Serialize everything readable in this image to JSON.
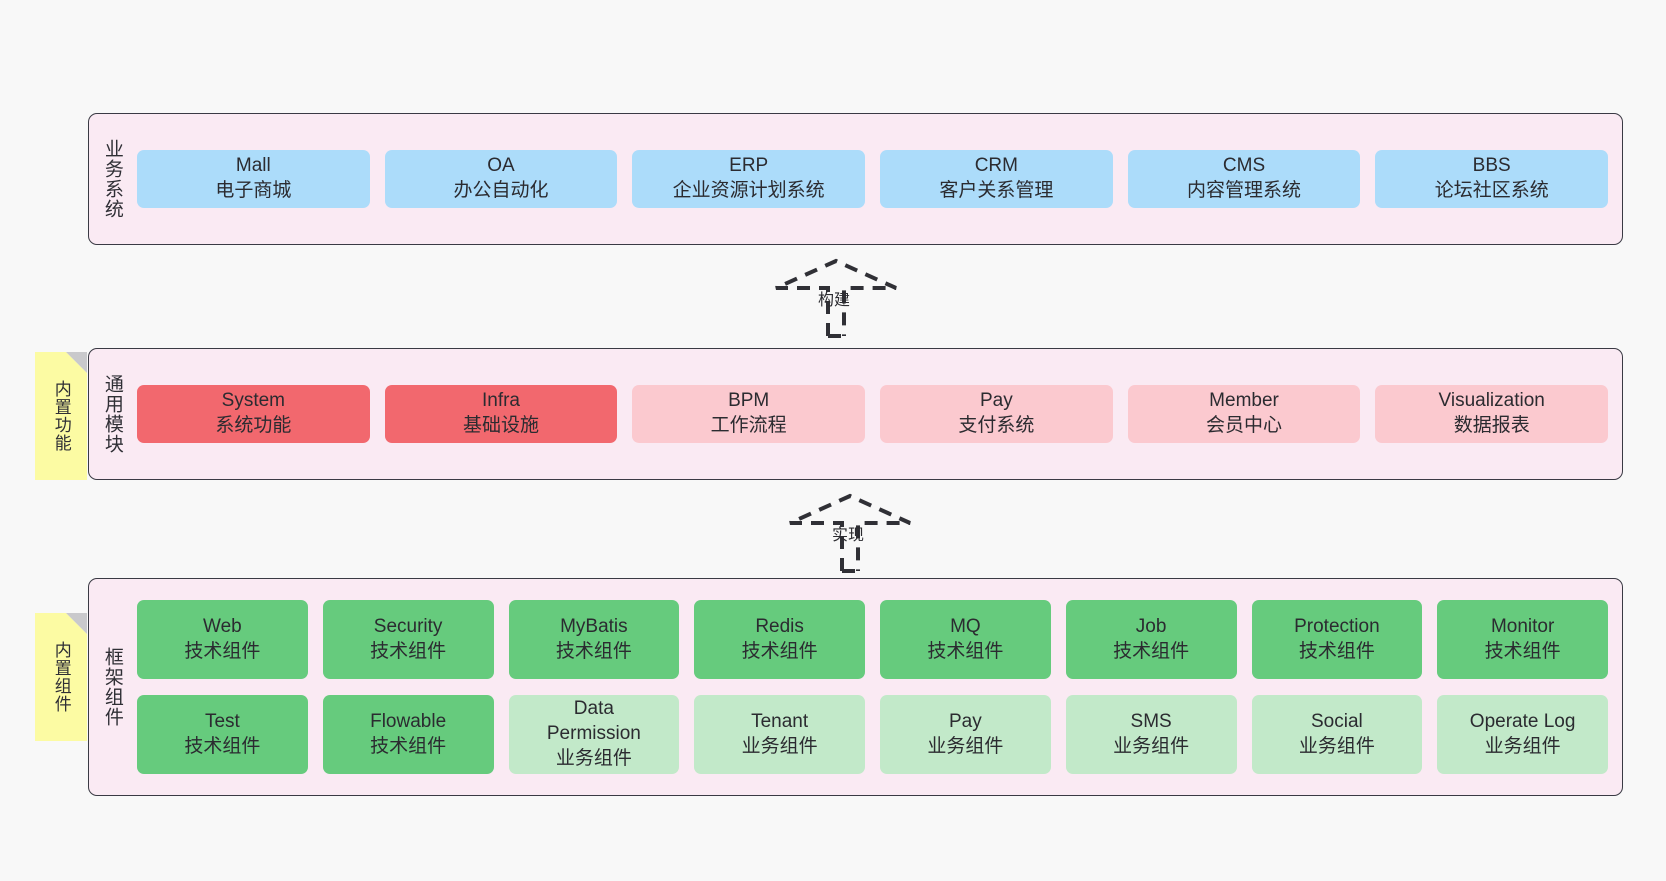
{
  "diagram": {
    "background_color": "#F8F8F8",
    "container_color": "#FAEAF3",
    "border_color": "#3A3A44"
  },
  "sections": [
    {
      "key": "business",
      "label": "业务系统",
      "rows": [
        {
          "cards": [
            {
              "title": "Mall",
              "sub": "电子商城",
              "color": "#ACDCFA"
            },
            {
              "title": "OA",
              "sub": "办公自动化",
              "color": "#ACDCFA"
            },
            {
              "title": "ERP",
              "sub": "企业资源计划系统",
              "color": "#ACDCFA"
            },
            {
              "title": "CRM",
              "sub": "客户关系管理",
              "color": "#ACDCFA"
            },
            {
              "title": "CMS",
              "sub": "内容管理系统",
              "color": "#ACDCFA"
            },
            {
              "title": "BBS",
              "sub": "论坛社区系统",
              "color": "#ACDCFA"
            }
          ]
        }
      ]
    },
    {
      "key": "common-module",
      "label": "通用模块",
      "sticky": "内置功能",
      "rows": [
        {
          "cards": [
            {
              "title": "System",
              "sub": "系统功能",
              "color": "#F2686E"
            },
            {
              "title": "Infra",
              "sub": "基础设施",
              "color": "#F2686E"
            },
            {
              "title": "BPM",
              "sub": "工作流程",
              "color": "#FBC9CF"
            },
            {
              "title": "Pay",
              "sub": "支付系统",
              "color": "#FBC9CF"
            },
            {
              "title": "Member",
              "sub": "会员中心",
              "color": "#FBC9CF"
            },
            {
              "title": "Visualization",
              "sub": "数据报表",
              "color": "#FBC9CF"
            }
          ]
        }
      ]
    },
    {
      "key": "framework-component",
      "label": "框架组件",
      "sticky": "内置组件",
      "rows": [
        {
          "cards": [
            {
              "title": "Web",
              "sub": "技术组件",
              "color": "#66CB7D"
            },
            {
              "title": "Security",
              "sub": "技术组件",
              "color": "#66CB7D"
            },
            {
              "title": "MyBatis",
              "sub": "技术组件",
              "color": "#66CB7D"
            },
            {
              "title": "Redis",
              "sub": "技术组件",
              "color": "#66CB7D"
            },
            {
              "title": "MQ",
              "sub": "技术组件",
              "color": "#66CB7D"
            },
            {
              "title": "Job",
              "sub": "技术组件",
              "color": "#66CB7D"
            },
            {
              "title": "Protection",
              "sub": "技术组件",
              "color": "#66CB7D"
            },
            {
              "title": "Monitor",
              "sub": "技术组件",
              "color": "#66CB7D"
            }
          ]
        },
        {
          "cards": [
            {
              "title": "Test",
              "sub": "技术组件",
              "color": "#66CB7D"
            },
            {
              "title": "Flowable",
              "sub": "技术组件",
              "color": "#66CB7D"
            },
            {
              "title": "Data\nPermission",
              "sub": "业务组件",
              "color": "#C2E9C9"
            },
            {
              "title": "Tenant",
              "sub": "业务组件",
              "color": "#C2E9C9"
            },
            {
              "title": "Pay",
              "sub": "业务组件",
              "color": "#C2E9C9"
            },
            {
              "title": "SMS",
              "sub": "业务组件",
              "color": "#C2E9C9"
            },
            {
              "title": "Social",
              "sub": "业务组件",
              "color": "#C2E9C9"
            },
            {
              "title": "Operate Log",
              "sub": "业务组件",
              "color": "#C2E9C9"
            }
          ]
        }
      ]
    }
  ],
  "connectors": [
    {
      "key": "build",
      "label": "构建"
    },
    {
      "key": "implement",
      "label": "实现"
    }
  ]
}
